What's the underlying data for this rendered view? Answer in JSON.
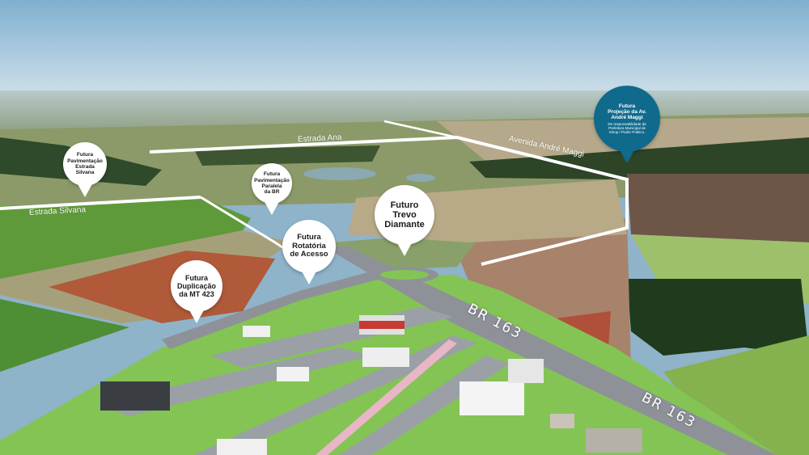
{
  "pins": {
    "estrada_silvana": [
      "Futura",
      "Pavimentação",
      "Estrada",
      "Silvana"
    ],
    "paralela_br": [
      "Futura",
      "Pavimentação",
      "Paralela",
      "da BR"
    ],
    "trevo": [
      "Futuro",
      "Trevo",
      "Diamante"
    ],
    "rotatoria": [
      "Futura",
      "Rotatória",
      "de Acesso"
    ],
    "duplicacao": [
      "Futura",
      "Duplicação",
      "da MT 423"
    ],
    "andre_maggi": {
      "title": [
        "Futura",
        "Projeção da Av.",
        "André Maggi"
      ],
      "subtitle": [
        "De responsabilidade da",
        "Prefeitura Municipal de",
        "Sinop / Poder Público."
      ]
    }
  },
  "road_labels": {
    "estrada_ana": "Estrada Ana",
    "avenida_andre_maggi": "Avenida André Maggi",
    "estrada_silvana": "Estrada Silvana",
    "br163_upper": "BR 163",
    "br163_lower": "BR 163"
  },
  "colors": {
    "pin_white": "#ffffff",
    "pin_blue": "#0f6a8c",
    "route_line": "#ffffff",
    "lawn": "#8fc75a",
    "road": "#8e9298"
  }
}
